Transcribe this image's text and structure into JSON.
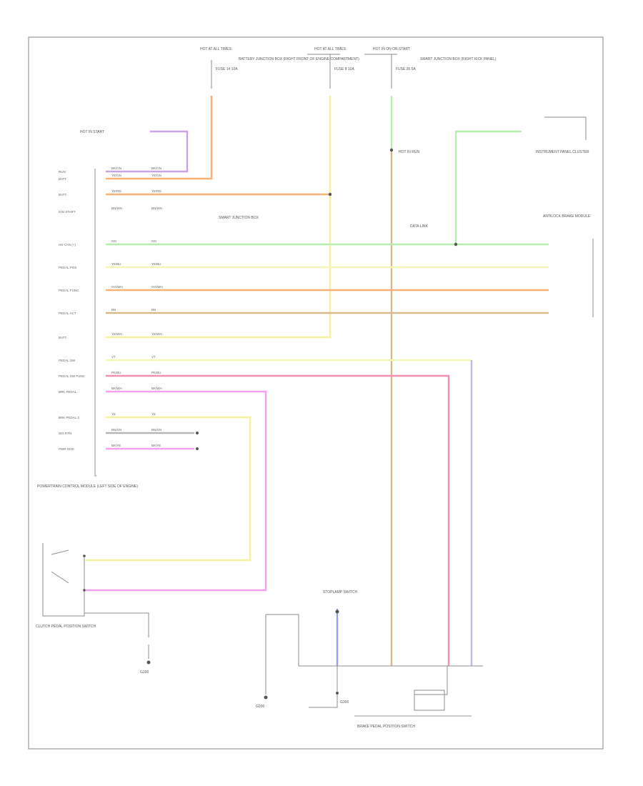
{
  "figure_id": "",
  "colors": {
    "orange": "#f6b27a",
    "yellow": "#f2f2a0",
    "yellow_pale": "#f5f5b8",
    "green": "#b9ecb0",
    "brown_tan": "#d8b98a",
    "purple": "#c9a3e0",
    "pink_red": "#f38fb0",
    "pink_magenta": "#f3a0f0",
    "blue_violet": "#9aa0f0",
    "grey_wire": "#b8b8b8",
    "frame": "#9a9a9a"
  },
  "labels": {
    "top_hot_1": "HOT AT ALL TIMES",
    "top_hot_2": "HOT AT ALL TIMES",
    "top_hot_3": "HOT IN ON OR START",
    "fuse_1": "FUSE 14 10A",
    "fuse_2": "FUSE 8 10A",
    "fuse_3": "FUSE 35 5A",
    "fuse_1_desc": "BATTERY JUNCTION BOX (RIGHT FRONT OF ENGINE COMPARTMENT)",
    "fuse_3_desc": "SMART JUNCTION BOX (RIGHT KICK PANEL)",
    "hot_in_run": "HOT IN RUN",
    "left_top_src": "HOT IN START",
    "module_name": "POWERTRAIN CONTROL MODULE (LEFT SIDE OF ENGINE)",
    "right_module": "INSTRUMENT PANEL CLUSTER",
    "right_module_2": "ANTILOCK BRAKE MODULE",
    "smart_junction": "SMART JUNCTION BOX",
    "brake_switch": "BRAKE PEDAL POSITION SWITCH",
    "clutch_switch": "CLUTCH PEDAL POSITION SWITCH",
    "ground_1": "G100",
    "ground_2": "G200",
    "ground_3": "G300",
    "stoplamp_switch": "STOPLAMP SWITCH",
    "data_link": "DATA LINK"
  },
  "module_pins": [
    "RUN",
    "BATT",
    "BATT",
    "IGN START",
    "HS CAN (+)",
    "PEDAL POS",
    "PEDAL FUNC",
    "PEDAL ACT",
    "BATT",
    "PEDAL SW",
    "PEDAL SW FUNC",
    "BRK PEDAL",
    "BRK PEDAL 2",
    "SIG RTN",
    "PWR GND"
  ],
  "wire_labels": [
    "BK/GN",
    "YE/GN",
    "YE/RD",
    "BN/WH",
    "GN",
    "YE/BU",
    "OG/WH",
    "BN",
    "YE/WH",
    "VT",
    "PK/BU",
    "BK/WH",
    "YE",
    "BN/GN",
    "BK/YE"
  ]
}
